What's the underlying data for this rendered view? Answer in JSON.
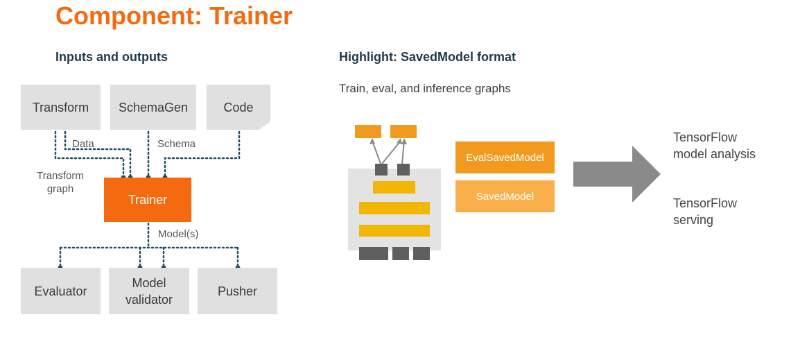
{
  "title": "Component: Trainer",
  "left": {
    "heading": "Inputs and outputs",
    "inputs": {
      "transform": "Transform",
      "schemagen": "SchemaGen",
      "code": "Code"
    },
    "edge_labels": {
      "data": "Data",
      "schema": "Schema",
      "transform_graph_line1": "Transform",
      "transform_graph_line2": "graph",
      "models": "Model(s)"
    },
    "trainer": "Trainer",
    "outputs": {
      "evaluator": "Evaluator",
      "model_validator_line1": "Model",
      "model_validator_line2": "validator",
      "pusher": "Pusher"
    }
  },
  "right": {
    "heading": "Highlight: SavedModel format",
    "subtitle": "Train, eval, and inference graphs",
    "eval_saved_model": "EvalSavedModel",
    "saved_model": "SavedModel",
    "tf_analysis_line1": "TensorFlow",
    "tf_analysis_line2": "model analysis",
    "tf_serving_line1": "TensorFlow",
    "tf_serving_line2": "serving"
  },
  "colors": {
    "accent_orange": "#f56a0f",
    "heading_navy": "#1f3a4d",
    "box_gray": "#e0e0e0",
    "dot_teal": "#1d4e63",
    "eval_orange": "#f29a1e",
    "saved_orange": "#f9b04a",
    "bar_yellow": "#f2b705",
    "arrow_gray": "#8a8a8a"
  }
}
